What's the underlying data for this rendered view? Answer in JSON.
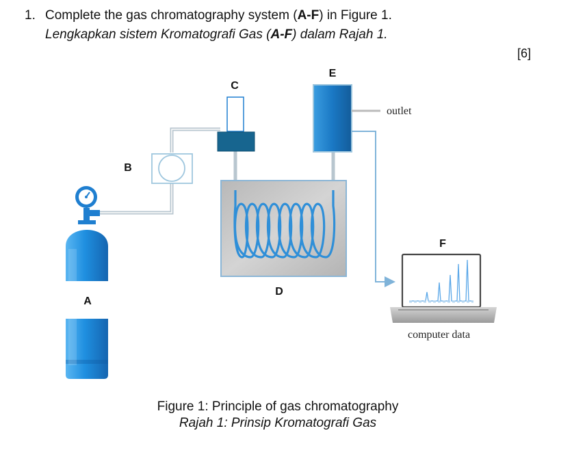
{
  "question": {
    "number": "1.",
    "en_pre": "Complete the gas chromatography system (",
    "en_bold": "A-F",
    "en_post": ") in Figure 1.",
    "ms_pre": "Lengkapkan sistem Kromatografi Gas (",
    "ms_bold": "A-F",
    "ms_post": ") dalam Rajah 1.",
    "marks": "[6]"
  },
  "diagram": {
    "labels": {
      "a": "A",
      "b": "B",
      "c": "C",
      "d": "D",
      "e": "E",
      "f": "F"
    },
    "outlet": "outlet",
    "computer_data": "computer data"
  },
  "caption": {
    "en": "Figure 1: Principle of gas chromatography",
    "ms": "Rajah 1: Prinsip Kromatografi Gas"
  },
  "colors": {
    "cylinder_blue": "#1f8fe0",
    "pipe": "#b8c6cf",
    "oven_grey": "#c6c6c6",
    "oven_border": "#8bb6d6",
    "coil_blue": "#2f8fd8",
    "injector_dark": "#17658f",
    "column_blue": "#1a78c4"
  }
}
